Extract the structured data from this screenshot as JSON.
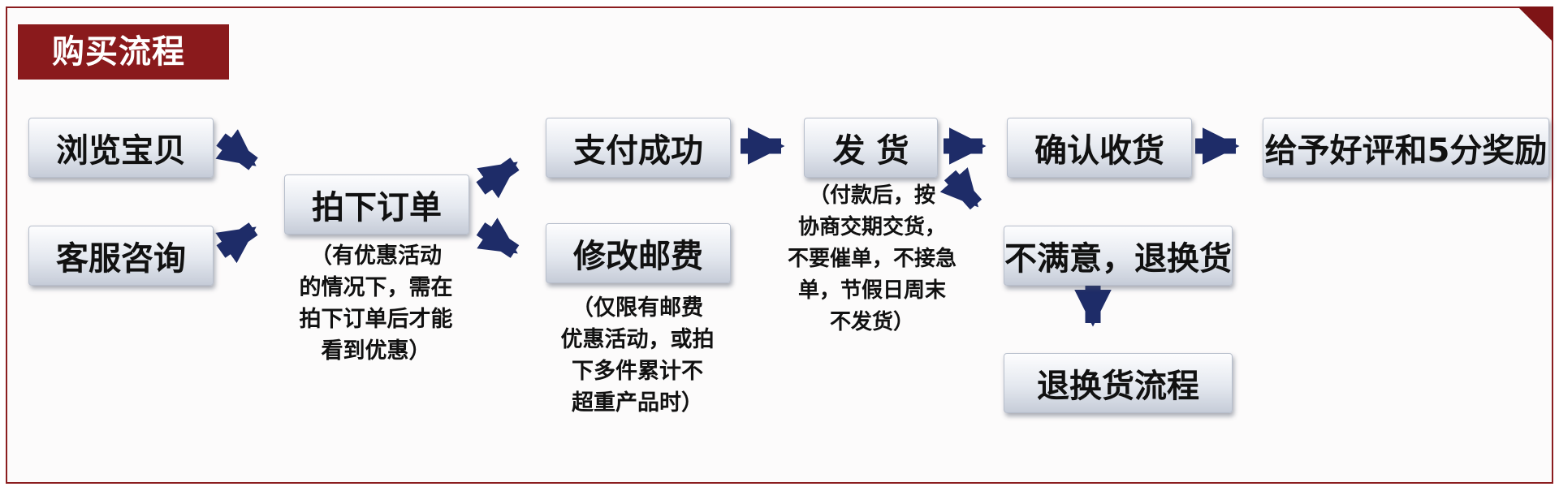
{
  "title": "购买流程",
  "steps": {
    "browse": "浏览宝贝",
    "service": "客服咨询",
    "order": "拍下订单",
    "paid": "支付成功",
    "modify_postage": "修改邮费",
    "ship": "发 货",
    "confirm": "确认收货",
    "review": "给予好评和5分奖励",
    "unsatisfied": "不满意，退换货",
    "return_flow": "退换货流程"
  },
  "notes": {
    "order": [
      "（有优惠活动",
      "的情况下，需在",
      "拍下订单后才能",
      "看到优惠）"
    ],
    "postage": [
      "（仅限有邮费",
      "优惠活动，或拍",
      "下多件累计不",
      "超重产品时）"
    ],
    "ship": [
      "（付款后，按",
      "协商交期交货，",
      "不要催单，不接急",
      "单，节假日周末",
      "不发货）"
    ]
  },
  "colors": {
    "title_bg": "#8a1a1c",
    "frame": "#8b1d1f",
    "arrow": "#1e2c68"
  }
}
